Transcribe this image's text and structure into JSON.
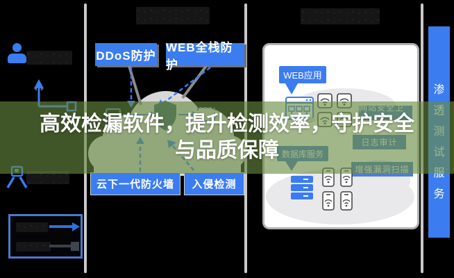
{
  "overlay": {
    "title_line1": "高效检漏软件，提升检测效率，守护安全",
    "title_line2": "与品质保障",
    "band_color": "rgba(105,138,65,0.62)",
    "text_color": "#ffffff"
  },
  "middle_panel": {
    "top_buttons": [
      {
        "label": "DDoS防护"
      },
      {
        "label": "WEB全栈防护"
      }
    ],
    "bottom_buttons": [
      {
        "label": "云下一代防火墙"
      },
      {
        "label": "入侵检测"
      }
    ]
  },
  "right_panel": {
    "web_app_tooltip": "WEB应用",
    "database_tooltip": "数据库服务",
    "labels": [
      {
        "text": "网站安全卫士"
      },
      {
        "text": "日志审计"
      },
      {
        "text": "增强漏洞扫描"
      }
    ]
  },
  "sidebar": {
    "vertical_text": "渗透测试服务",
    "chars": [
      "渗",
      "透",
      "测",
      "试",
      "服",
      "务"
    ]
  },
  "icons": {
    "left_user_top": "user-icon",
    "left_user_bottom": "operator-icon",
    "up_arrow": "arrow-up-icon",
    "shield": "shield-icon",
    "cloud": "cloud-icon",
    "browser": "browser-window-icon",
    "wifi": "wifi-router-icon",
    "phone_wifi": "mobile-wifi-icon",
    "database": "database-server-icon",
    "legend_blue_arrow": "blue-arrow-icon",
    "legend_gray_arrow": "gray-arrow-icon"
  },
  "colors": {
    "background": "#000000",
    "accent_blue": "#3b7cf0",
    "label_blue": "#4d7fd0",
    "divider_gray": "#c9c9c9",
    "cloud_gray": "#d8d8d8",
    "card_cloud_gray": "#e9e9ec",
    "shield_slate": "#3e5f6e",
    "legend_border": "#4a79cc"
  }
}
